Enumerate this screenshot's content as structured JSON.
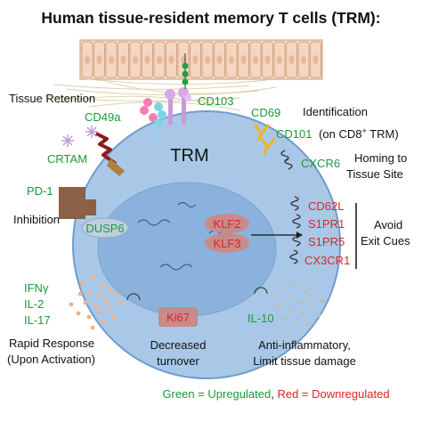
{
  "title": "Human tissue-resident memory T cells (TRM):",
  "cell_label": "TRM",
  "colors": {
    "upregulated": "#1a9a3a",
    "downregulated": "#e32222",
    "text": "#111111",
    "cell_fill": "#a9c8e8",
    "nucleus_fill": "#8ab2dc",
    "tissue_fill": "#f6dccb",
    "tissue_border": "#c9956e",
    "ki67_fill": "#c98a8a",
    "klf_fill": "#c98a8a"
  },
  "labels": {
    "tissue_retention": "Tissue Retention",
    "cd103": "CD103",
    "cd49a": "CD49a",
    "crtam": "CRTAM",
    "cd69": "CD69",
    "identification": "Identification",
    "cd101": "CD101",
    "cd101_note": "(on CD8",
    "cd101_sup": "+",
    "cd101_tail": " TRM)",
    "cxcr6": "CXCR6",
    "homing_line1": "Homing to",
    "homing_line2": "Tissue Site",
    "pd1": "PD-1",
    "inhibition": "Inhibition",
    "dusp6": "DUSP6",
    "klf2": "KLF2",
    "klf3": "KLF3",
    "cd62l": "CD62L",
    "s1pr1": "S1PR1",
    "s1pr5": "S1PR5",
    "cx3cr1": "CX3CR1",
    "avoid_line1": "Avoid",
    "avoid_line2": "Exit Cues",
    "ifng": "IFNγ",
    "il2": "IL-2",
    "il17": "IL-17",
    "ki67": "Ki67",
    "il10": "IL-10",
    "rapid_line1": "Rapid Response",
    "rapid_line2": "(Upon Activation)",
    "decreased_line1": "Decreased",
    "decreased_line2": "turnover",
    "anti_line1": "Anti-inflammatory,",
    "anti_line2": "Limit tissue damage"
  },
  "legend": {
    "green": "Green = Upregulated",
    "separator": ", ",
    "red": "Red = Downregulated"
  }
}
